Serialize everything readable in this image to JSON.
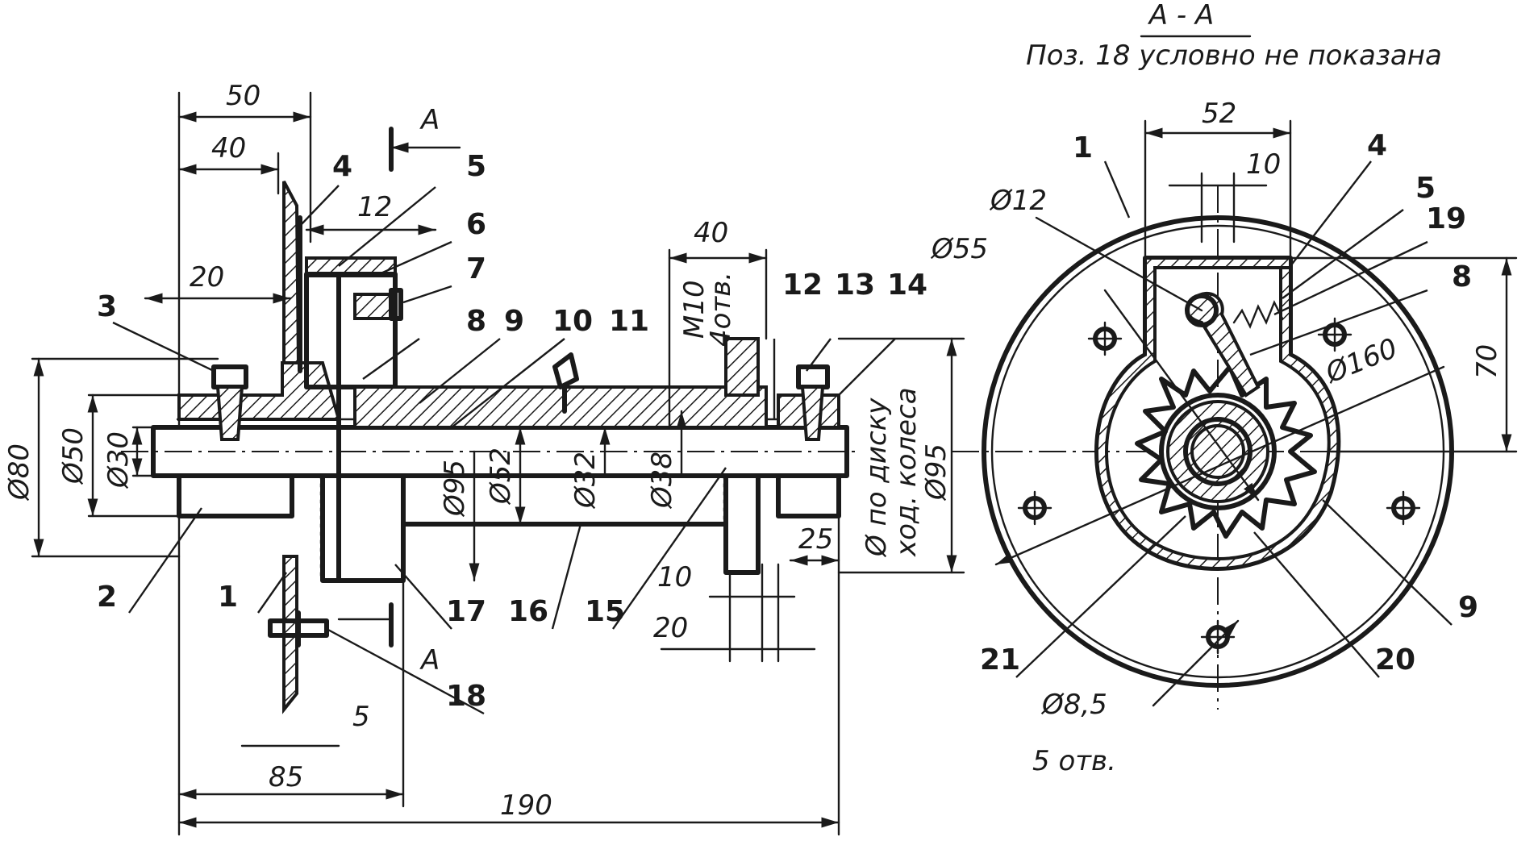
{
  "section": {
    "title": "А - А",
    "subtitle": "Поз. 18 условно не показана",
    "mark": "А"
  },
  "dimensions_side": {
    "d50": "50",
    "d40": "40",
    "d12": "12",
    "d20": "20",
    "d40b": "40",
    "thread": "М10",
    "holes": "4отв.",
    "phi80": "Ø80",
    "phi50": "Ø50",
    "phi30": "Ø30",
    "phi95": "Ø95",
    "phi52": "Ø52",
    "phi32": "Ø32",
    "phi38": "Ø38",
    "disk_line1": "Ø по диску",
    "disk_line2": "ход. колеса",
    "disk_line3": "Ø95",
    "d25": "25",
    "d10": "10",
    "d20b": "20",
    "d5": "5",
    "d85": "85",
    "d190": "190"
  },
  "dimensions_section": {
    "d52": "52",
    "d10": "10",
    "phi12": "Ø12",
    "phi55": "Ø55",
    "phi160": "Ø160",
    "d70": "70",
    "phi85": "Ø8,5",
    "holes": "5 отв."
  },
  "labels_side": [
    "1",
    "2",
    "3",
    "4",
    "5",
    "6",
    "7",
    "8",
    "9",
    "10",
    "11",
    "12",
    "13",
    "14",
    "15",
    "16",
    "17",
    "18"
  ],
  "labels_section": [
    "1",
    "4",
    "5",
    "19",
    "8",
    "9",
    "20",
    "21"
  ]
}
